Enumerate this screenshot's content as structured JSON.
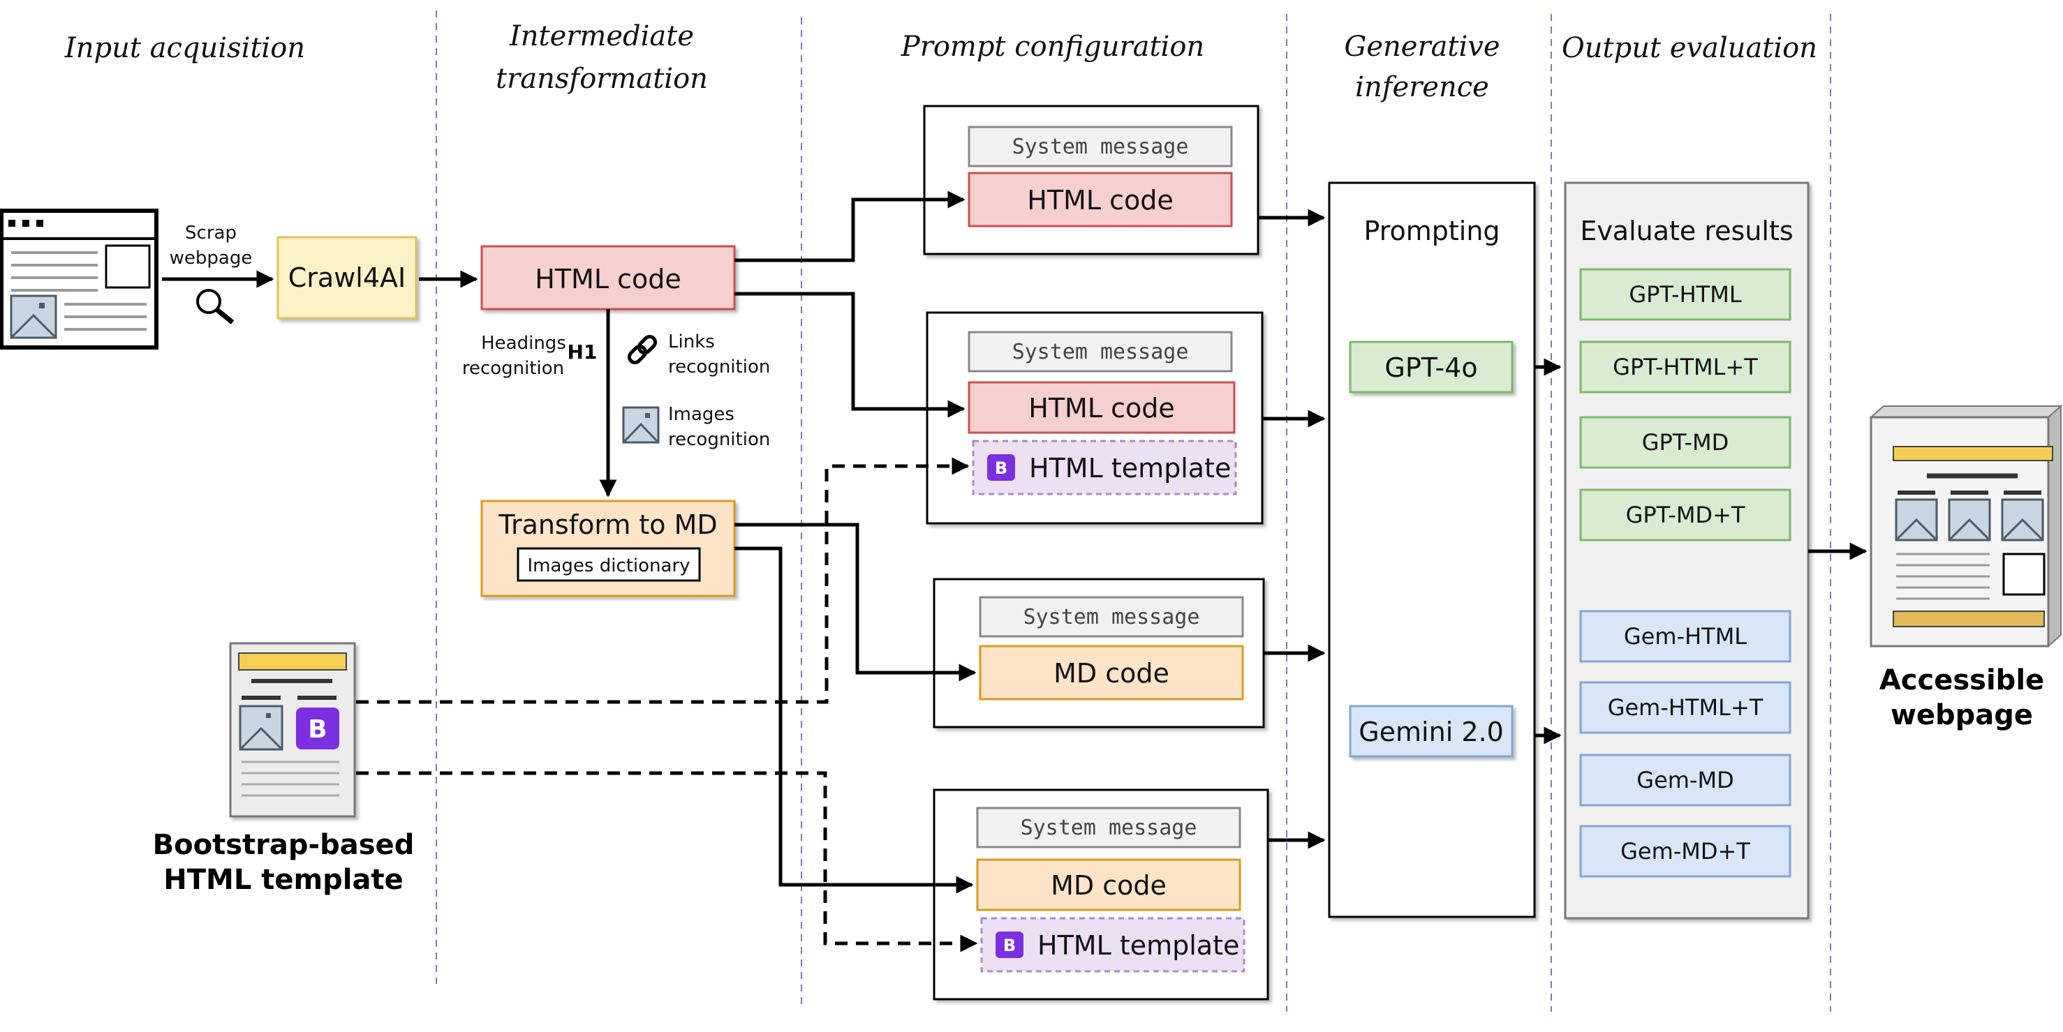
{
  "stages": {
    "input": "Input acquisition",
    "intermediate_1": "Intermediate",
    "intermediate_2": "transformation",
    "prompt": "Prompt configuration",
    "generative_1": "Generative",
    "generative_2": "inference",
    "evaluation": "Output evaluation"
  },
  "input": {
    "scrap_1": "Scrap",
    "scrap_2": "webpage",
    "crawler": "Crawl4AI"
  },
  "transform": {
    "html_code": "HTML code",
    "headings_1": "Headings",
    "headings_2": "recognition",
    "h1_tag": "H1",
    "links_1": "Links",
    "links_2": "recognition",
    "images_1": "Images",
    "images_2": "recognition",
    "to_md": "Transform to MD",
    "images_dictionary": "Images dictionary"
  },
  "template": {
    "label_1": "Bootstrap-based",
    "label_2": "HTML template",
    "badge": "B"
  },
  "prompts": {
    "system_message": "System message",
    "html_code": "HTML code",
    "md_code": "MD code",
    "html_template": "HTML template",
    "badge": "B"
  },
  "inference": {
    "title": "Prompting",
    "model_1": "GPT-4o",
    "model_2": "Gemini 2.0"
  },
  "evaluation": {
    "title": "Evaluate results",
    "gpt_results": [
      "GPT-HTML",
      "GPT-HTML+T",
      "GPT-MD",
      "GPT-MD+T"
    ],
    "gem_results": [
      "Gem-HTML",
      "Gem-HTML+T",
      "Gem-MD",
      "Gem-MD+T"
    ]
  },
  "output": {
    "label_1": "Accessible",
    "label_2": "webpage"
  },
  "colors": {
    "html_fill": "#f6cfcf",
    "html_stroke": "#c94f4f",
    "md_fill": "#fde4c6",
    "md_stroke": "#d99a22",
    "crawl_fill": "#fdf1c8",
    "crawl_stroke": "#e2c25c",
    "template_fill": "#ece0f2",
    "template_stroke": "#a98ac4",
    "badge": "#7b2fe0",
    "gpt_fill": "#d9ecd2",
    "gpt_stroke": "#7db86a",
    "gem_fill": "#d9e6f7",
    "gem_stroke": "#7fa7d8",
    "sys_fill": "#f2f2f2",
    "sys_stroke": "#888888",
    "image_fill": "#c8d6e2",
    "bar_yellow": "#f5cf52",
    "bar_gold": "#e1b95a"
  }
}
